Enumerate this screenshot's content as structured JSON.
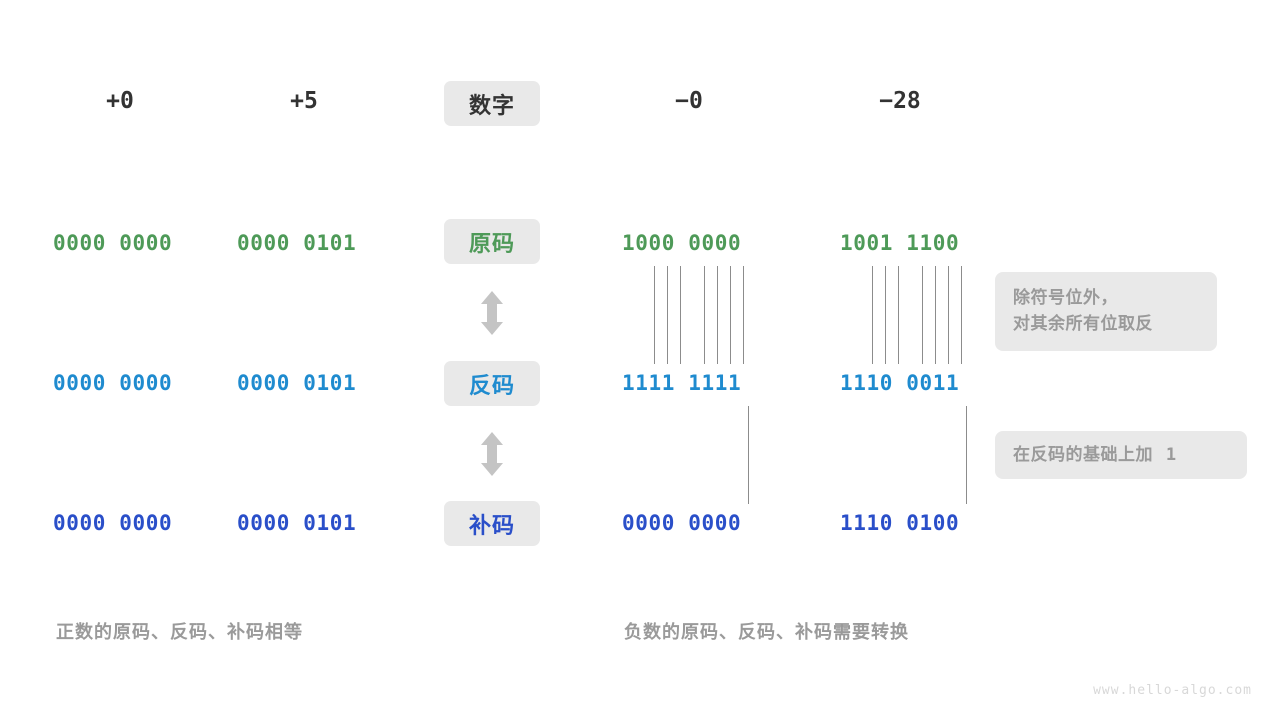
{
  "page": {
    "background": "#ffffff",
    "watermark": "www.hello-algo.com"
  },
  "colors": {
    "true_form": "#4e9a58",
    "ones_complement": "#1f8bcf",
    "twos_complement": "#2a4fc9",
    "label_text": "#333333",
    "note_text": "#9a9a9a",
    "pill_background": "#e9e9e9",
    "connector_line": "#8c8c8c",
    "arrow": "#c4c4c4"
  },
  "header": {
    "columns": [
      {
        "label": "+0"
      },
      {
        "label": "+5"
      },
      {
        "label": "数字"
      },
      {
        "label": "−0"
      },
      {
        "label": "−28"
      }
    ]
  },
  "rows": [
    {
      "pill_label": "原码",
      "pill_color_key": "true_form",
      "values": {
        "plus_zero": "0000 0000",
        "plus_five": "0000 0101",
        "minus_zero": "1000 0000",
        "minus_twentyeight": "1001 1100"
      }
    },
    {
      "pill_label": "反码",
      "pill_color_key": "ones_complement",
      "values": {
        "plus_zero": "0000 0000",
        "plus_five": "0000 0101",
        "minus_zero": "1111 1111",
        "minus_twentyeight": "1110 0011"
      }
    },
    {
      "pill_label": "补码",
      "pill_color_key": "twos_complement",
      "values": {
        "plus_zero": "0000 0000",
        "plus_five": "0000 0101",
        "minus_zero": "0000 0000",
        "minus_twentyeight": "1110 0100"
      }
    }
  ],
  "notes": {
    "invert_bits": {
      "line1": "除符号位外，",
      "line2": "对其余所有位取反"
    },
    "add_one": {
      "text": "在反码的基础上加",
      "value": "1"
    }
  },
  "captions": {
    "positive": "正数的原码、反码、补码相等",
    "negative": "负数的原码、反码、补码需要转换"
  },
  "connectors": {
    "invert_line_count": 7,
    "add_one_line_count": 1
  }
}
